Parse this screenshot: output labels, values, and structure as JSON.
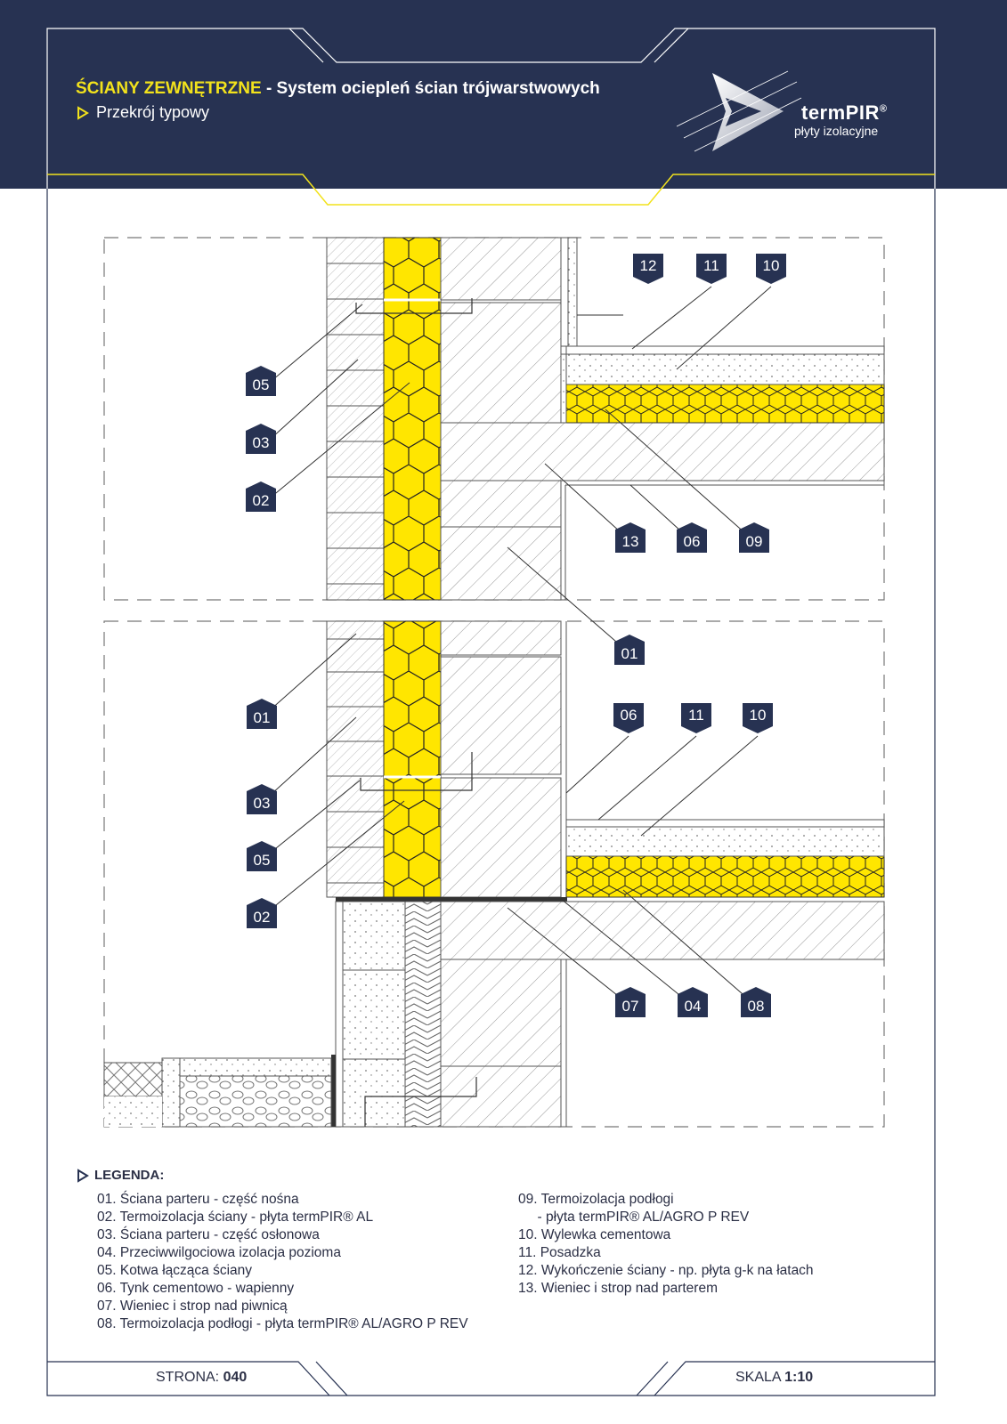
{
  "header": {
    "title_highlight": "ŚCIANY ZEWNĘTRZNE",
    "title_rest": " - System ociepleń ścian trójwarstwowych",
    "subtitle": "Przekrój typowy"
  },
  "logo": {
    "brand": "termPIR",
    "brand_mark": "®",
    "tagline": "płyty izolacyjne"
  },
  "colors": {
    "navy": "#273252",
    "accent_yellow": "#f2e21c",
    "insulation_yellow": "#ffe600",
    "line": "#555555"
  },
  "callouts_upper": [
    "12",
    "11",
    "10",
    "05",
    "03",
    "02",
    "13",
    "06",
    "09",
    "01"
  ],
  "callouts_lower": [
    "01",
    "06",
    "11",
    "10",
    "03",
    "05",
    "02",
    "07",
    "04",
    "08"
  ],
  "legend": {
    "title": "LEGENDA:",
    "left": [
      "01. Ściana parteru - część nośna",
      "02. Termoizolacja ściany - płyta termPIR® AL",
      "03. Ściana parteru - część osłonowa",
      "04. Przeciwwilgociowa izolacja pozioma",
      "05. Kotwa łącząca ściany",
      "06. Tynk cementowo - wapienny",
      "07. Wieniec i strop nad piwnicą",
      "08. Termoizolacja podłogi - płyta termPIR® AL/AGRO P REV"
    ],
    "right": [
      "09. Termoizolacja podłogi",
      "     - płyta termPIR® AL/AGRO P REV",
      "10. Wylewka cementowa",
      "11. Posadzka",
      "12. Wykończenie ściany - np. płyta g-k na łatach",
      "13. Wieniec i strop nad parterem"
    ]
  },
  "footer": {
    "page_label": "STRONA: ",
    "page_value": "040",
    "scale_label": "SKALA ",
    "scale_value": "1:10"
  }
}
